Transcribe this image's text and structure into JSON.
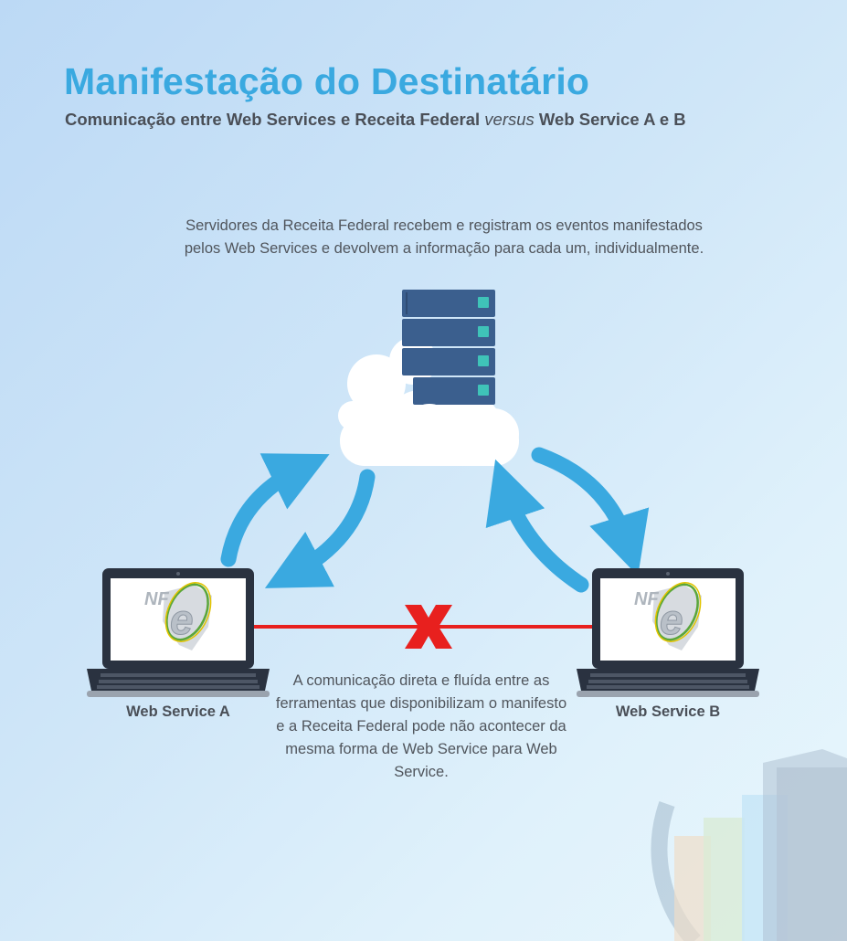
{
  "title": "Manifestação do Destinatário",
  "subtitle": {
    "part1": "Comunicação entre Web Services e Receita Federal ",
    "italic": "versus",
    "part2": " Web Service A e B"
  },
  "server_description": "Servidores da Receita Federal recebem e registram os eventos manifestados pelos Web Services e devolvem a informação para cada um, individualmente.",
  "communication_description": "A comunicação direta e fluída entre as ferramentas que disponibilizam o manifesto e a Receita Federal pode não acontecer da mesma forma de Web Service para Web Service.",
  "web_service_a": {
    "label": "Web Service A",
    "screen_logo": "NF e"
  },
  "web_service_b": {
    "label": "Web Service B",
    "screen_logo": "NF e"
  },
  "icons": [
    "cloud-server-icon",
    "laptop-icon",
    "arrow-icon",
    "blocked-x-icon",
    "nfe-logo"
  ],
  "colors": {
    "title": "#3aa9e0",
    "arrows": "#3aa9e0",
    "server": "#3b5f8e",
    "server_light": "#3fc3b8",
    "cross": "#e8201e",
    "laptop": "#2a3240"
  }
}
